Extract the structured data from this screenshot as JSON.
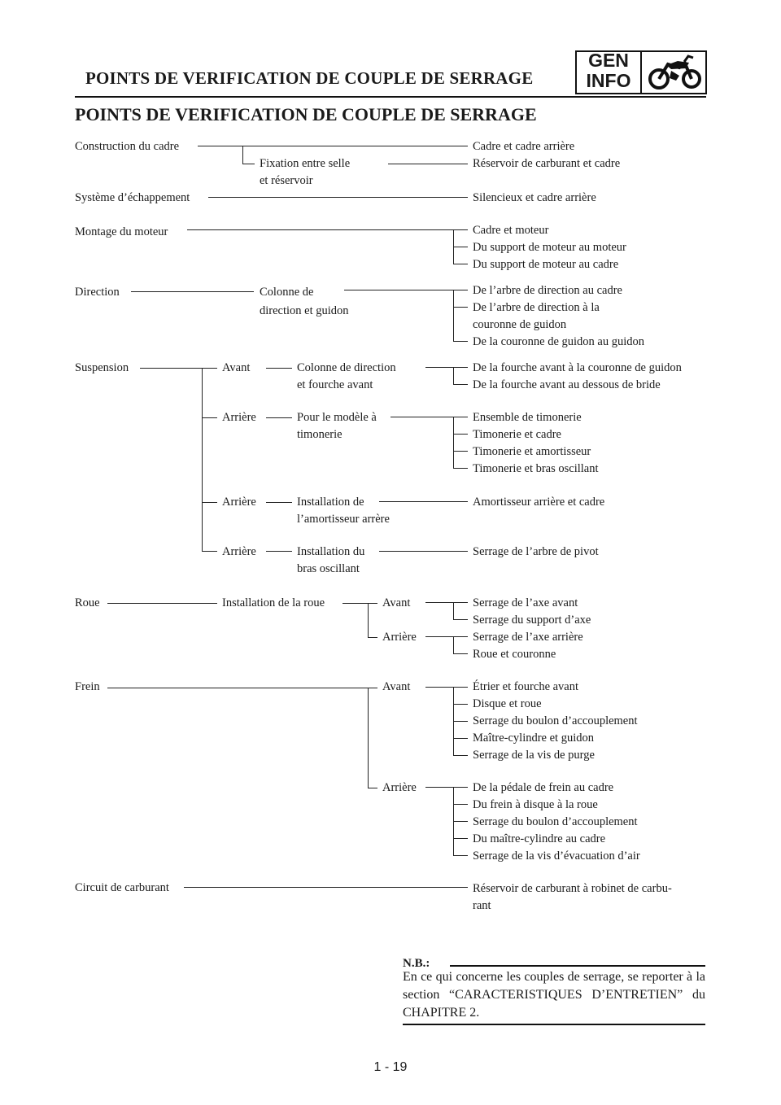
{
  "header": {
    "title": "POINTS DE VERIFICATION DE COUPLE DE SERRAGE",
    "badge_line1": "GEN",
    "badge_line2": "INFO",
    "badge_icon": "motorcycle-icon"
  },
  "main_title": "POINTS DE VERIFICATION DE COUPLE DE SERRAGE",
  "labels": {
    "construction": "Construction du cadre",
    "fixation_1": "Fixation entre selle",
    "fixation_2": "et réservoir",
    "r_cadre_arriere": "Cadre et cadre arrière",
    "r_reservoir_cadre": "Réservoir de carburant et cadre",
    "echappement": "Système d’échappement",
    "r_silencieux": "Silencieux et cadre arrière",
    "montage": "Montage du moteur",
    "r_cadre_moteur": "Cadre et moteur",
    "r_support_moteur": "Du support de moteur au moteur",
    "r_support_cadre": "Du support de moteur au cadre",
    "direction": "Direction",
    "colonne_1": "Colonne de",
    "colonne_2": "direction et guidon",
    "r_arbre_cadre": "De l’arbre de direction au cadre",
    "r_arbre_couronne_1": "De l’arbre de direction à la",
    "r_arbre_couronne_2": "couronne de guidon",
    "r_couronne_guidon": "De la couronne de guidon au guidon",
    "suspension": "Suspension",
    "s_avant": "Avant",
    "s_colonne_1": "Colonne de direction",
    "s_colonne_2": "et fourche avant",
    "r_fourche_couronne": "De la fourche avant à la couronne de guidon",
    "r_fourche_bride": "De la fourche avant au dessous de bride",
    "s_arriere_1": "Arrière",
    "s_modele_1": "Pour le modèle à",
    "s_modele_2": "timonerie",
    "r_ens_timonerie": "Ensemble de timonerie",
    "r_timonerie_cadre": "Timonerie et cadre",
    "r_timonerie_amort": "Timonerie et amortisseur",
    "r_timonerie_bras": "Timonerie et bras oscillant",
    "s_arriere_2": "Arrière",
    "s_install_amort_1": "Installation de",
    "s_install_amort_2": "l’amortisseur arrère",
    "r_amort_cadre": "Amortisseur arrière et cadre",
    "s_arriere_3": "Arrière",
    "s_install_bras_1": "Installation du",
    "s_install_bras_2": "bras oscillant",
    "r_arbre_pivot": "Serrage de l’arbre de pivot",
    "roue": "Roue",
    "roue_install": "Installation de la roue",
    "roue_avant": "Avant",
    "roue_arriere": "Arrière",
    "r_axe_avant": "Serrage de l’axe avant",
    "r_support_axe": "Serrage du support d’axe",
    "r_axe_arriere": "Serrage de l’axe arrière",
    "r_roue_couronne": "Roue et couronne",
    "frein": "Frein",
    "frein_avant": "Avant",
    "frein_arriere": "Arrière",
    "r_etrier": "Étrier et fourche avant",
    "r_disque_roue": "Disque et roue",
    "r_boulon_acc_1": "Serrage du boulon d’accouplement",
    "r_maitre_guidon": "Maître-cylindre et guidon",
    "r_vis_purge": "Serrage de la vis de purge",
    "r_pedale": "De la pédale de frein au cadre",
    "r_frein_disque": "Du frein à disque à la roue",
    "r_boulon_acc_2": "Serrage du boulon d’accouplement",
    "r_maitre_cadre": "Du maître-cylindre au cadre",
    "r_vis_evac": "Serrage de la vis d’évacuation d’air",
    "carburant": "Circuit de carburant",
    "r_reservoir_robinet_1": "Réservoir de carburant à robinet de carbu-",
    "r_reservoir_robinet_2": "rant"
  },
  "note": {
    "label": "N.B.:",
    "text": "En ce qui concerne les couples de serrage, se reporter à la section “CARACTERISTIQUES D’ENTRETIEN” du CHAPITRE 2."
  },
  "page_number": "1 - 19"
}
